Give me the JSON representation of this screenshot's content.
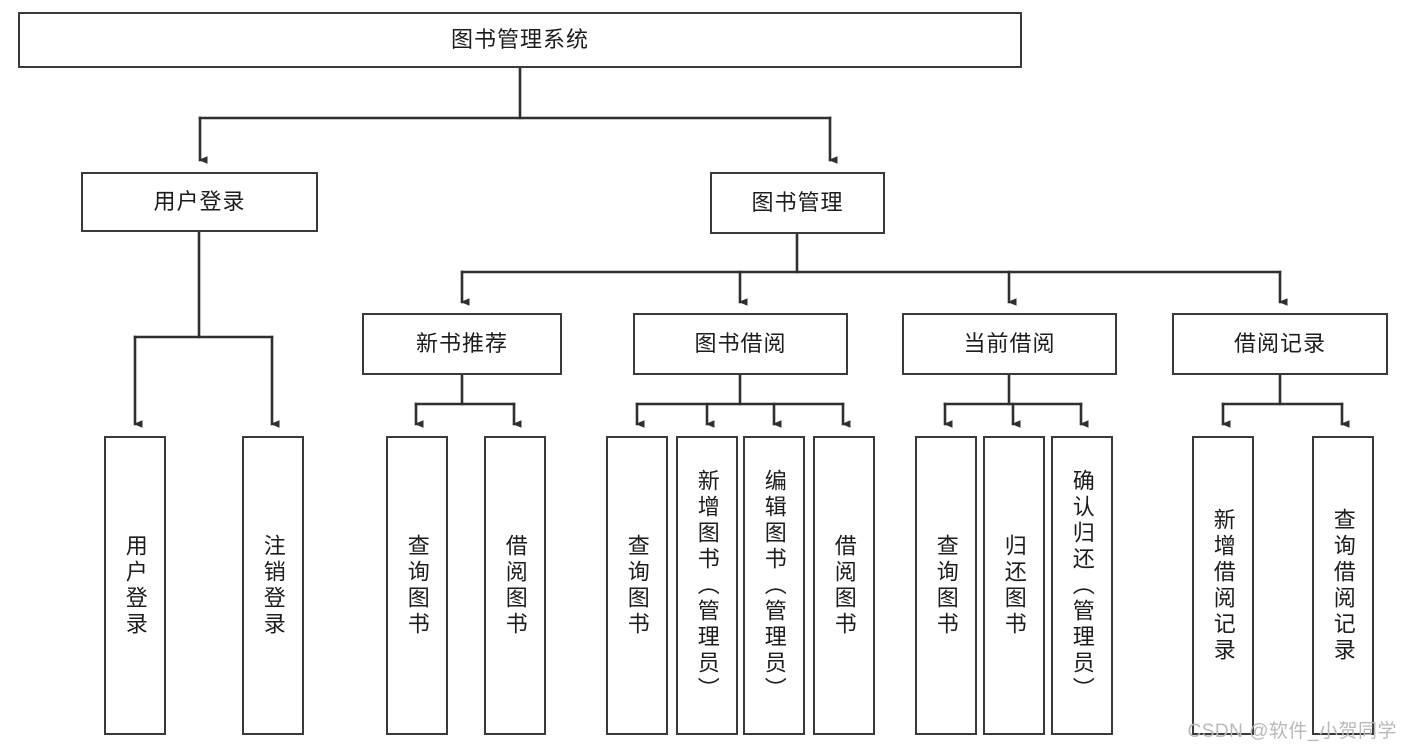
{
  "diagram": {
    "type": "tree-hierarchy",
    "title": "图书管理系统",
    "orientation": "top-down",
    "colors": {
      "box_border": "#3a3a3a",
      "box_fill": "#ffffff",
      "connector": "#2f2f2f",
      "text": "#1c1c1c",
      "watermark": "#b9b9b9",
      "background": "#ffffff"
    },
    "nodes": {
      "root": {
        "label": "图书管理系统",
        "level": 0,
        "text_direction": "horizontal"
      },
      "level1": [
        {
          "id": "user-login",
          "label": "用户登录",
          "text_direction": "horizontal"
        },
        {
          "id": "book-manage",
          "label": "图书管理",
          "text_direction": "horizontal"
        }
      ],
      "level2": [
        {
          "id": "new-book-recommend",
          "label": "新书推荐",
          "parent": "book-manage",
          "text_direction": "horizontal"
        },
        {
          "id": "book-borrow",
          "label": "图书借阅",
          "parent": "book-manage",
          "text_direction": "horizontal"
        },
        {
          "id": "current-borrow",
          "label": "当前借阅",
          "parent": "book-manage",
          "text_direction": "horizontal"
        },
        {
          "id": "borrow-record",
          "label": "借阅记录",
          "parent": "book-manage",
          "text_direction": "horizontal"
        }
      ],
      "leaves": [
        {
          "id": "leaf-user-login",
          "label": "用户登录",
          "parent": "user-login",
          "text_direction": "vertical"
        },
        {
          "id": "leaf-logout-login",
          "label": "注销登录",
          "parent": "user-login",
          "text_direction": "vertical"
        },
        {
          "id": "leaf-query-book-1",
          "label": "查询图书",
          "parent": "new-book-recommend",
          "text_direction": "vertical"
        },
        {
          "id": "leaf-borrow-book-1",
          "label": "借阅图书",
          "parent": "new-book-recommend",
          "text_direction": "vertical"
        },
        {
          "id": "leaf-query-book-2",
          "label": "查询图书",
          "parent": "book-borrow",
          "text_direction": "vertical"
        },
        {
          "id": "leaf-add-book",
          "label": "新增图书（管理员）",
          "parent": "book-borrow",
          "text_direction": "vertical"
        },
        {
          "id": "leaf-edit-book",
          "label": "编辑图书（管理员）",
          "parent": "book-borrow",
          "text_direction": "vertical"
        },
        {
          "id": "leaf-borrow-book-2",
          "label": "借阅图书",
          "parent": "book-borrow",
          "text_direction": "vertical"
        },
        {
          "id": "leaf-query-book-3",
          "label": "查询图书",
          "parent": "current-borrow",
          "text_direction": "vertical"
        },
        {
          "id": "leaf-return-book",
          "label": "归还图书",
          "parent": "current-borrow",
          "text_direction": "vertical"
        },
        {
          "id": "leaf-confirm-return",
          "label": "确认归还（管理员）",
          "parent": "current-borrow",
          "text_direction": "vertical"
        },
        {
          "id": "leaf-add-record",
          "label": "新增借阅记录",
          "parent": "borrow-record",
          "text_direction": "vertical"
        },
        {
          "id": "leaf-query-record",
          "label": "查询借阅记录",
          "parent": "borrow-record",
          "text_direction": "vertical"
        }
      ]
    },
    "watermark": "CSDN @软件_小贺同学"
  }
}
